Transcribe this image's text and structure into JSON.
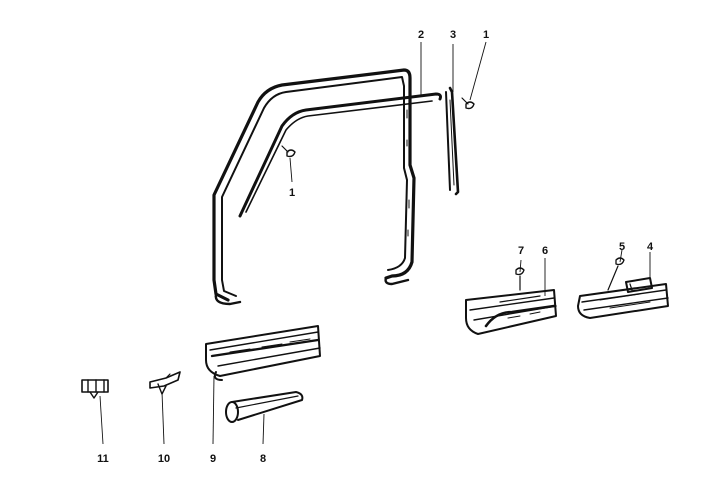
{
  "diagram": {
    "type": "exploded-parts-diagram",
    "ink_color": "#111111",
    "background": "#ffffff",
    "callouts": [
      {
        "id": "c2",
        "label": "2"
      },
      {
        "id": "c3",
        "label": "3"
      },
      {
        "id": "c1a",
        "label": "1"
      },
      {
        "id": "c1b",
        "label": "1"
      },
      {
        "id": "c7",
        "label": "7"
      },
      {
        "id": "c6",
        "label": "6"
      },
      {
        "id": "c5",
        "label": "5"
      },
      {
        "id": "c4",
        "label": "4"
      },
      {
        "id": "c11",
        "label": "11"
      },
      {
        "id": "c10",
        "label": "10"
      },
      {
        "id": "c9",
        "label": "9"
      },
      {
        "id": "c8",
        "label": "8"
      }
    ]
  }
}
